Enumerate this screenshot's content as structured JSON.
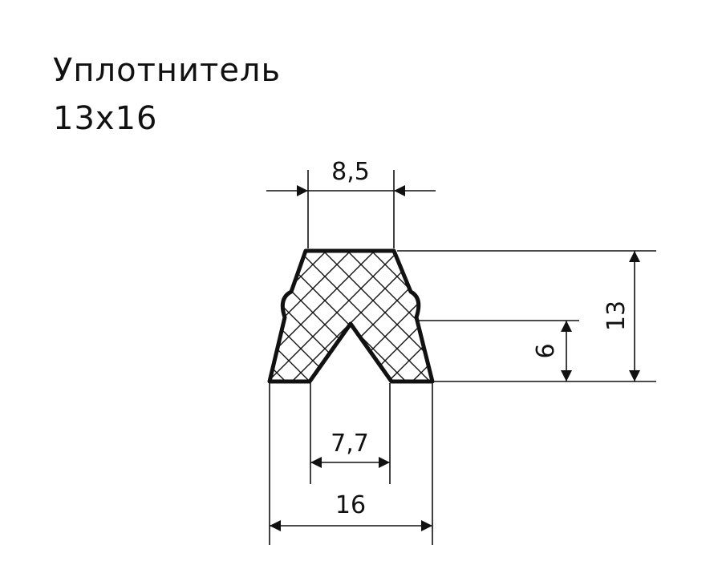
{
  "title": {
    "line1": "Уплотнитель",
    "line2": "13x16"
  },
  "dimensions": {
    "top_width": "8,5",
    "slot_width": "7,7",
    "bottom_width": "16",
    "total_height": "13",
    "slot_height": "6"
  },
  "colors": {
    "line": "#111111",
    "background": "#ffffff"
  }
}
